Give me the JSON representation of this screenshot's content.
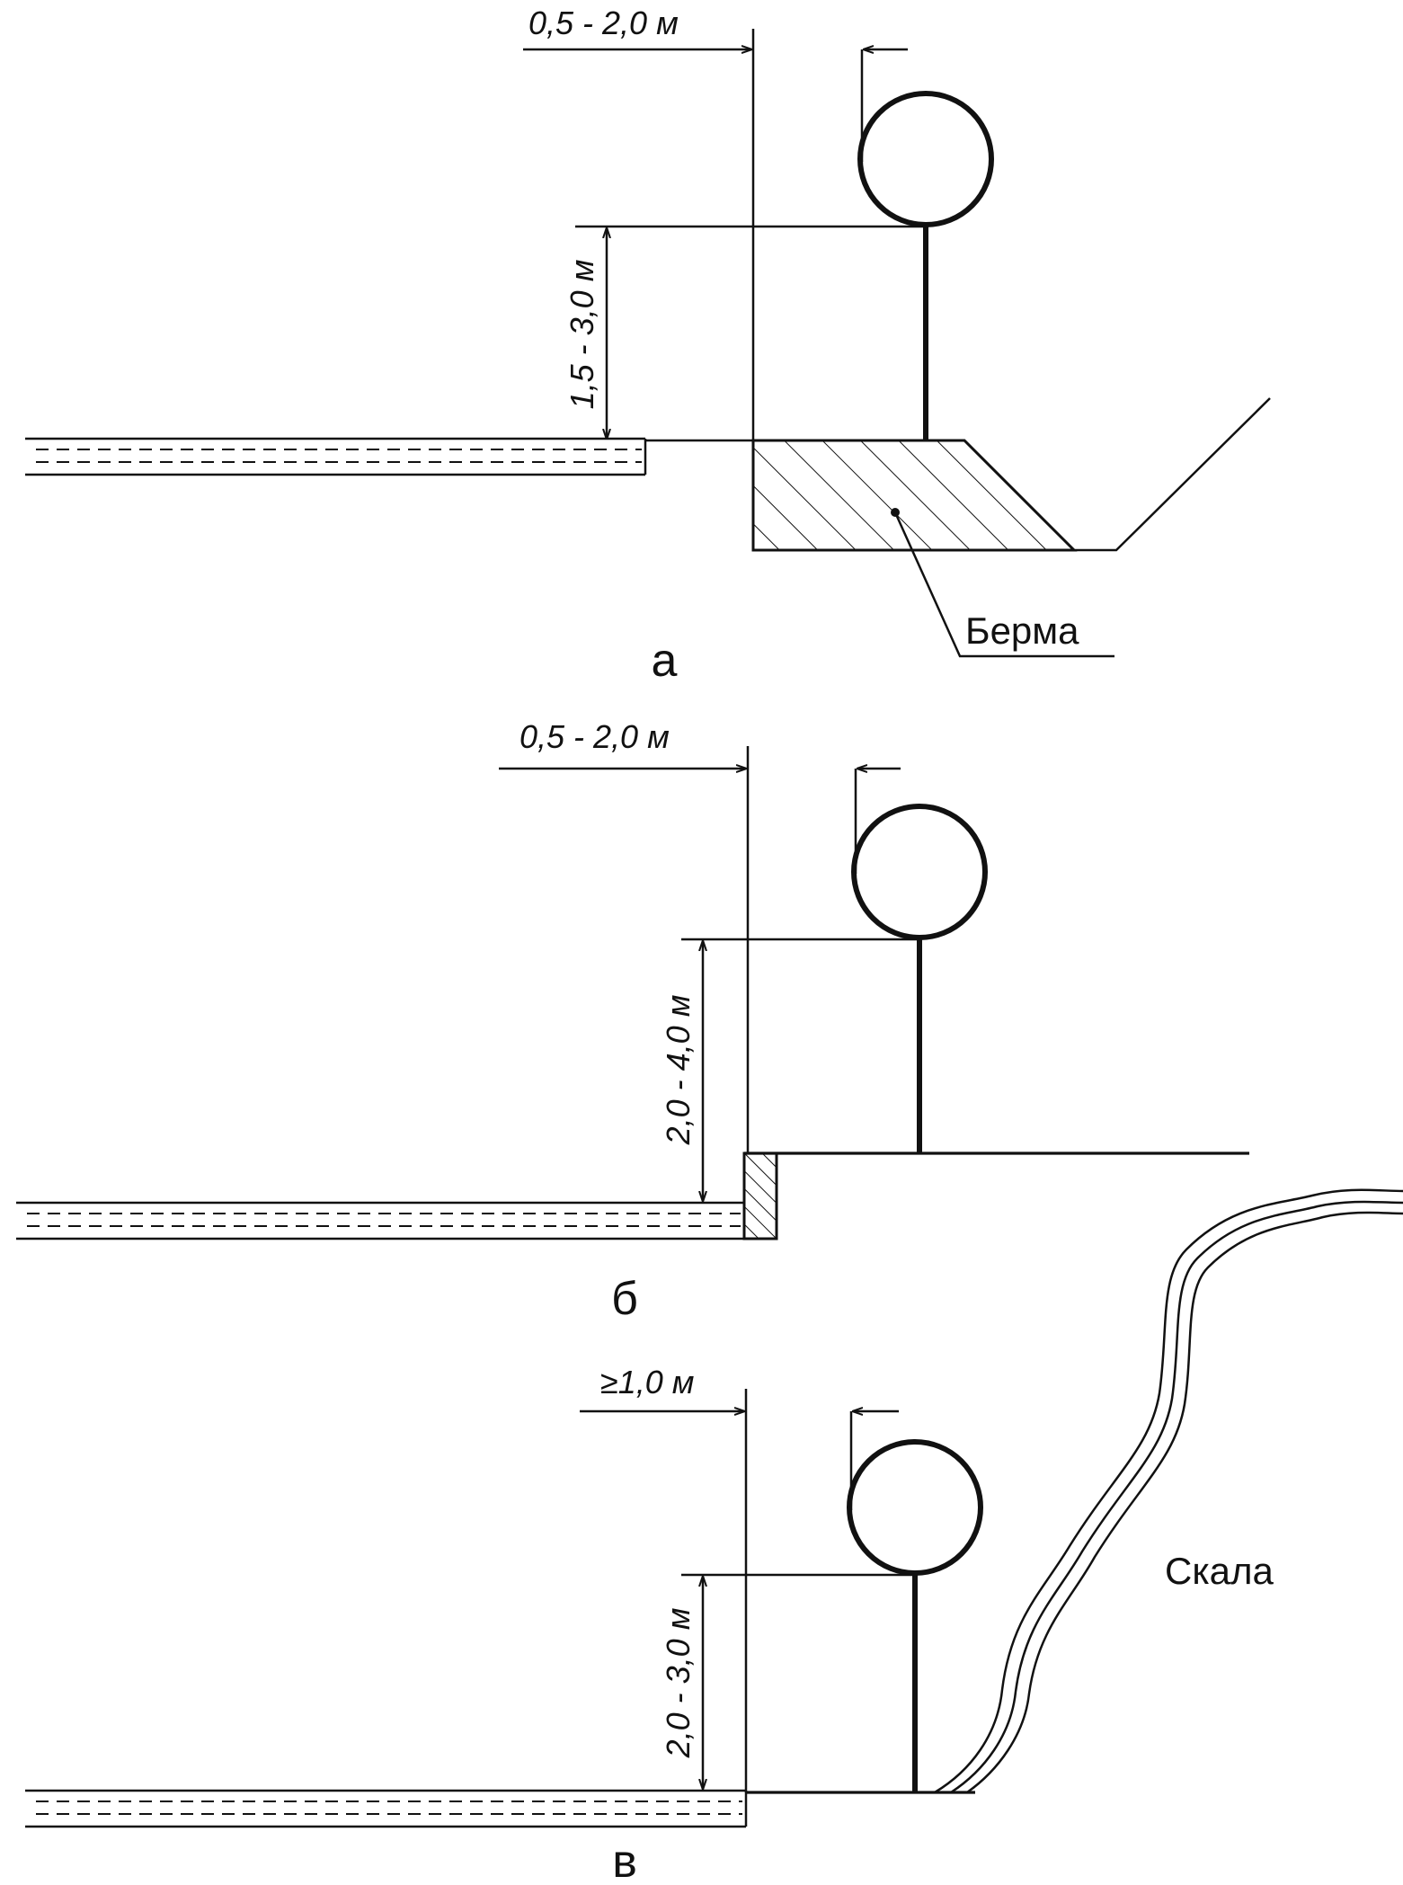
{
  "panels": [
    {
      "caption": "а",
      "horizontal_dimension": "0,5 - 2,0 м",
      "vertical_dimension": "1,5 - 3,0 м",
      "callout": "Берма"
    },
    {
      "caption": "б",
      "horizontal_dimension": "0,5 - 2,0 м",
      "vertical_dimension": "2,0 - 4,0 м"
    },
    {
      "caption": "в",
      "horizontal_dimension": "≥1,0 м",
      "vertical_dimension": "2,0 - 3,0 м",
      "callout": "Скала"
    }
  ]
}
